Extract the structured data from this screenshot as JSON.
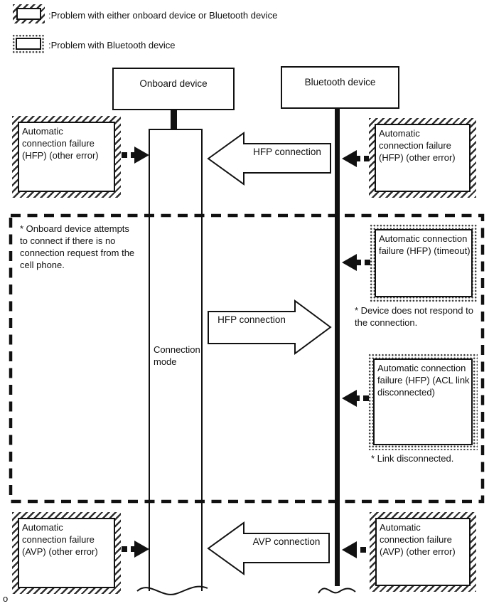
{
  "colors": {
    "ink": "#111111",
    "paper": "#ffffff"
  },
  "legend": {
    "items": [
      {
        "swatch": "hatched-swatch",
        "label": ":Problem with either onboard device or Bluetooth device"
      },
      {
        "swatch": "dotted-swatch",
        "label": ":Problem with Bluetooth device"
      }
    ]
  },
  "devices": {
    "onboard": {
      "label": "Onboard device"
    },
    "bluetooth": {
      "label": "Bluetooth device"
    }
  },
  "lifeline": {
    "label": "Connection\nmode"
  },
  "arrows": {
    "hfp_top": {
      "label": "HFP connection",
      "direction": "left"
    },
    "hfp_mid": {
      "label": "HFP connection",
      "direction": "right"
    },
    "avp": {
      "label": "AVP connection",
      "direction": "left"
    }
  },
  "failure_boxes": {
    "top_left": {
      "style": "hatched",
      "text": "Automatic\nconnection failure\n(HFP) (other error)"
    },
    "top_right": {
      "style": "hatched",
      "text": "Automatic\nconnection failure\n(HFP) (other error)"
    },
    "timeout": {
      "style": "dotted",
      "text": "Automatic connection\nfailure (HFP) (timeout)"
    },
    "acl_link": {
      "style": "dotted",
      "text": "Automatic connection\nfailure (HFP) (ACL link\ndisconnected)"
    },
    "bottom_left": {
      "style": "hatched",
      "text": "Automatic\nconnection failure\n(AVP) (other error)"
    },
    "bottom_right": {
      "style": "hatched",
      "text": "Automatic\nconnection failure\n(AVP) (other error)"
    }
  },
  "notes": {
    "onboard_attempts": "* Onboard device attempts\nto connect if there is no\nconnection request from the\ncell phone.",
    "device_no_response": "* Device does not respond to\nthe connection.",
    "link_disconnected": "* Link disconnected."
  },
  "misc": {
    "corner_label": "o"
  }
}
